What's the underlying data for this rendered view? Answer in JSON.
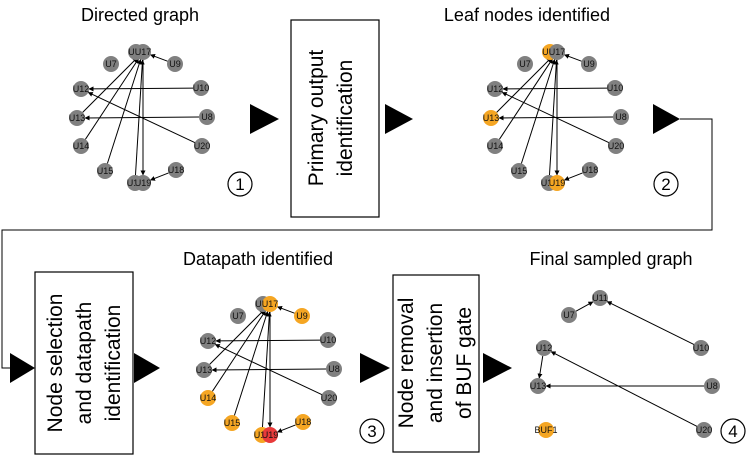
{
  "colors": {
    "gray": "#808080",
    "orange": "#f5a623",
    "red": "#e83a3a",
    "edge": "#000000"
  },
  "panels": [
    {
      "title": "Directed graph",
      "step": "1",
      "nodes": [
        {
          "id": "U7",
          "c": "gray"
        },
        {
          "id": "U11",
          "c": "gray"
        },
        {
          "id": "U17",
          "c": "gray"
        },
        {
          "id": "U9",
          "c": "gray"
        },
        {
          "id": "U12",
          "c": "gray"
        },
        {
          "id": "U10",
          "c": "gray"
        },
        {
          "id": "U13",
          "c": "gray"
        },
        {
          "id": "U8",
          "c": "gray"
        },
        {
          "id": "U14",
          "c": "gray"
        },
        {
          "id": "U20",
          "c": "gray"
        },
        {
          "id": "U15",
          "c": "gray"
        },
        {
          "id": "U16",
          "c": "gray"
        },
        {
          "id": "U19",
          "c": "gray"
        },
        {
          "id": "U18",
          "c": "gray"
        }
      ],
      "edges": [
        [
          "U17",
          "U11"
        ],
        [
          "U9",
          "U17"
        ],
        [
          "U10",
          "U12"
        ],
        [
          "U8",
          "U13"
        ],
        [
          "U20",
          "U12"
        ],
        [
          "U17",
          "U19"
        ],
        [
          "U14",
          "U17"
        ],
        [
          "U15",
          "U17"
        ],
        [
          "U16",
          "U17"
        ],
        [
          "U18",
          "U19"
        ],
        [
          "U13",
          "U17"
        ]
      ]
    },
    {
      "title": "Leaf nodes identified",
      "step": "2",
      "nodes": [
        {
          "id": "U7",
          "c": "gray"
        },
        {
          "id": "U11",
          "c": "orange"
        },
        {
          "id": "U17",
          "c": "gray"
        },
        {
          "id": "U9",
          "c": "gray"
        },
        {
          "id": "U12",
          "c": "gray"
        },
        {
          "id": "U10",
          "c": "gray"
        },
        {
          "id": "U13",
          "c": "orange"
        },
        {
          "id": "U8",
          "c": "gray"
        },
        {
          "id": "U14",
          "c": "gray"
        },
        {
          "id": "U20",
          "c": "gray"
        },
        {
          "id": "U15",
          "c": "gray"
        },
        {
          "id": "U16",
          "c": "gray"
        },
        {
          "id": "U19",
          "c": "orange"
        },
        {
          "id": "U18",
          "c": "gray"
        }
      ],
      "edges": [
        [
          "U17",
          "U11"
        ],
        [
          "U9",
          "U17"
        ],
        [
          "U10",
          "U12"
        ],
        [
          "U8",
          "U13"
        ],
        [
          "U20",
          "U12"
        ],
        [
          "U17",
          "U19"
        ],
        [
          "U14",
          "U17"
        ],
        [
          "U15",
          "U17"
        ],
        [
          "U16",
          "U17"
        ],
        [
          "U18",
          "U19"
        ],
        [
          "U13",
          "U17"
        ]
      ]
    },
    {
      "title": "Datapath identified",
      "step": "3",
      "nodes": [
        {
          "id": "U7",
          "c": "gray"
        },
        {
          "id": "U11",
          "c": "gray"
        },
        {
          "id": "U17",
          "c": "orange"
        },
        {
          "id": "U9",
          "c": "orange"
        },
        {
          "id": "U12",
          "c": "gray"
        },
        {
          "id": "U10",
          "c": "gray"
        },
        {
          "id": "U13",
          "c": "gray"
        },
        {
          "id": "U8",
          "c": "gray"
        },
        {
          "id": "U14",
          "c": "orange"
        },
        {
          "id": "U20",
          "c": "gray"
        },
        {
          "id": "U15",
          "c": "orange"
        },
        {
          "id": "U16",
          "c": "orange"
        },
        {
          "id": "U19",
          "c": "red"
        },
        {
          "id": "U18",
          "c": "orange"
        }
      ],
      "edges": [
        [
          "U17",
          "U11"
        ],
        [
          "U9",
          "U17"
        ],
        [
          "U10",
          "U12"
        ],
        [
          "U8",
          "U13"
        ],
        [
          "U20",
          "U12"
        ],
        [
          "U17",
          "U19"
        ],
        [
          "U14",
          "U17"
        ],
        [
          "U15",
          "U17"
        ],
        [
          "U16",
          "U17"
        ],
        [
          "U18",
          "U19"
        ],
        [
          "U13",
          "U17"
        ]
      ]
    },
    {
      "title": "Final sampled graph",
      "step": "4",
      "nodes": [
        {
          "id": "U7",
          "c": "gray"
        },
        {
          "id": "U11",
          "c": "gray"
        },
        {
          "id": "U12",
          "c": "gray"
        },
        {
          "id": "U10",
          "c": "gray"
        },
        {
          "id": "U13",
          "c": "gray"
        },
        {
          "id": "U8",
          "c": "gray"
        },
        {
          "id": "U20",
          "c": "gray"
        },
        {
          "id": "BUF1",
          "c": "orange"
        }
      ],
      "edges": [
        [
          "U7",
          "U11"
        ],
        [
          "U10",
          "U11"
        ],
        [
          "U20",
          "U12"
        ],
        [
          "U8",
          "U13"
        ],
        [
          "U12",
          "U13"
        ]
      ]
    }
  ],
  "process_boxes": [
    {
      "lines": [
        "Primary output",
        "identification"
      ]
    },
    {
      "lines": [
        "Node selection",
        "and datapath",
        "identification"
      ]
    },
    {
      "lines": [
        "Node removal",
        "and insertion",
        "of BUF gate"
      ]
    }
  ]
}
